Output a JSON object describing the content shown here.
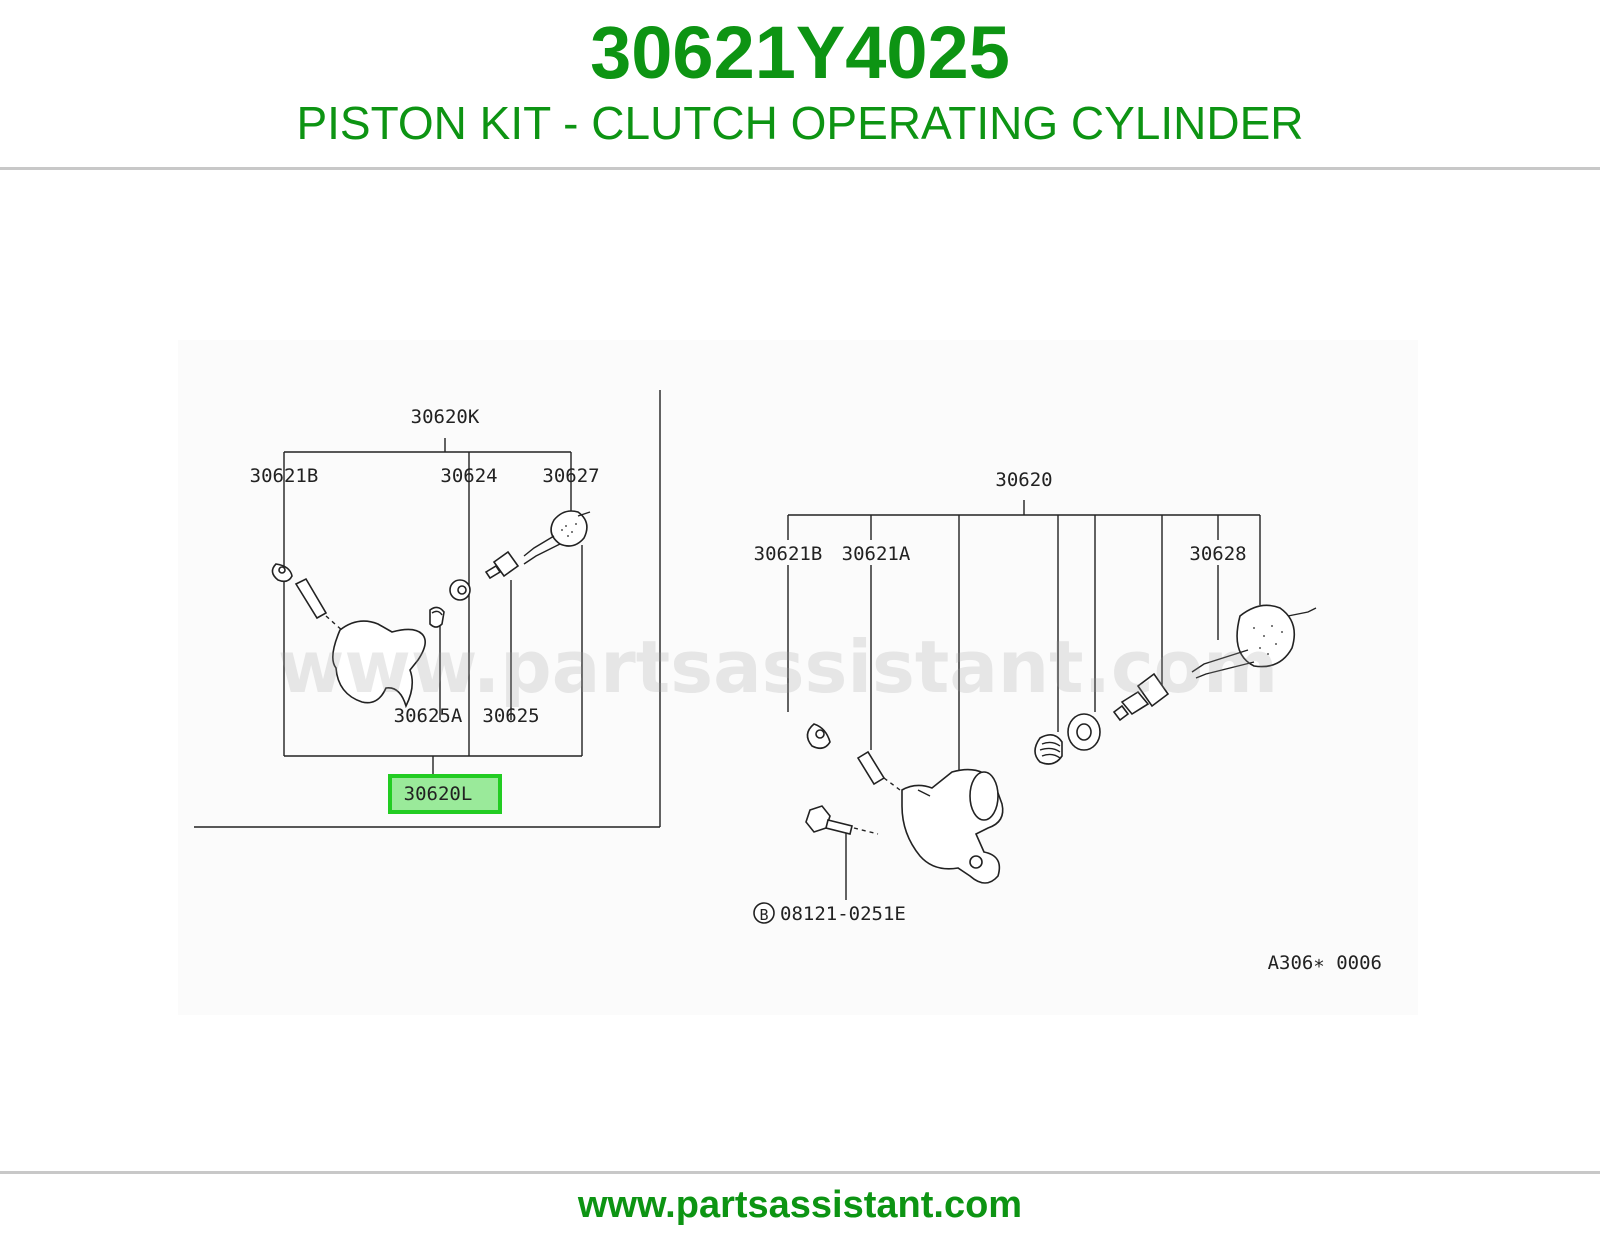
{
  "header": {
    "part_number": "30621Y4025",
    "title": "PISTON KIT - CLUTCH OPERATING CYLINDER"
  },
  "diagram": {
    "watermark": "www.partsassistant.com",
    "kit": {
      "label": "30620K",
      "parts": [
        "30621B",
        "30624",
        "30627",
        "30625A",
        "30625"
      ],
      "highlight": {
        "label": "30620L",
        "color": "#22cc22"
      }
    },
    "assembly": {
      "label": "30620",
      "parts": [
        "30621B",
        "30621A",
        "30628"
      ],
      "bolt": {
        "symbol": "B",
        "label": "08121-0251E"
      }
    },
    "reference": "A306∗ 0006"
  },
  "footer": {
    "url": "www.partsassistant.com"
  },
  "colors": {
    "brand_green": "#0d9413",
    "highlight_green": "#22cc22"
  }
}
